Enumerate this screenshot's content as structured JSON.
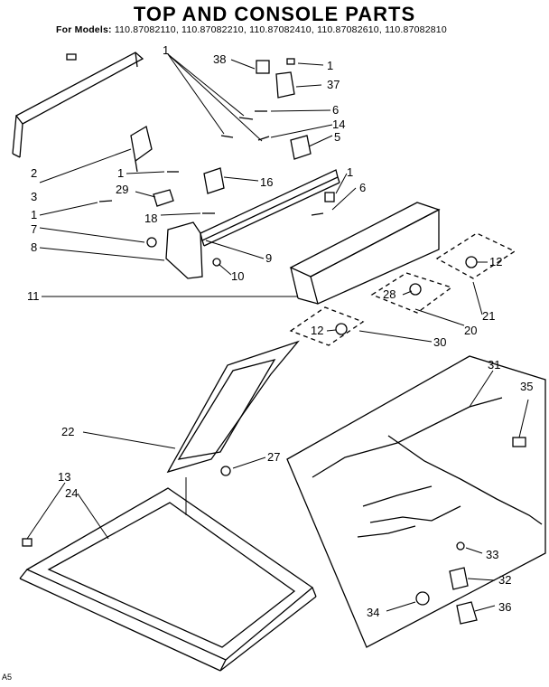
{
  "header": {
    "title": "TOP AND CONSOLE PARTS",
    "models_label": "For Models:",
    "models": "110.87082110, 110.87082210, 110.87082410, 110.87082610, 110.87082810"
  },
  "callouts": [
    "1",
    "38",
    "1",
    "37",
    "6",
    "14",
    "5",
    "2",
    "3",
    "1",
    "16",
    "1",
    "29",
    "6",
    "1",
    "7",
    "18",
    "8",
    "9",
    "10",
    "12",
    "11",
    "28",
    "20",
    "21",
    "12",
    "30",
    "31",
    "35",
    "22",
    "27",
    "13",
    "24",
    "33",
    "32",
    "34",
    "36"
  ],
  "corner_code": "A5"
}
